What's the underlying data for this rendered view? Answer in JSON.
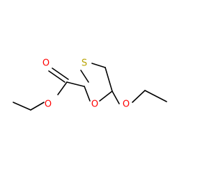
{
  "molecule": {
    "atoms": {
      "sulfur": {
        "symbol": "S",
        "color": "#b8a200"
      },
      "ring_oxygen": {
        "symbol": "O",
        "color": "#ff0000"
      },
      "carbonyl_oxygen": {
        "symbol": "O",
        "color": "#ff0000"
      },
      "ester_oxygen": {
        "symbol": "O",
        "color": "#ff0000"
      },
      "ethoxy_oxygen": {
        "symbol": "O",
        "color": "#ff0000"
      }
    },
    "bond_color": "#000000"
  }
}
